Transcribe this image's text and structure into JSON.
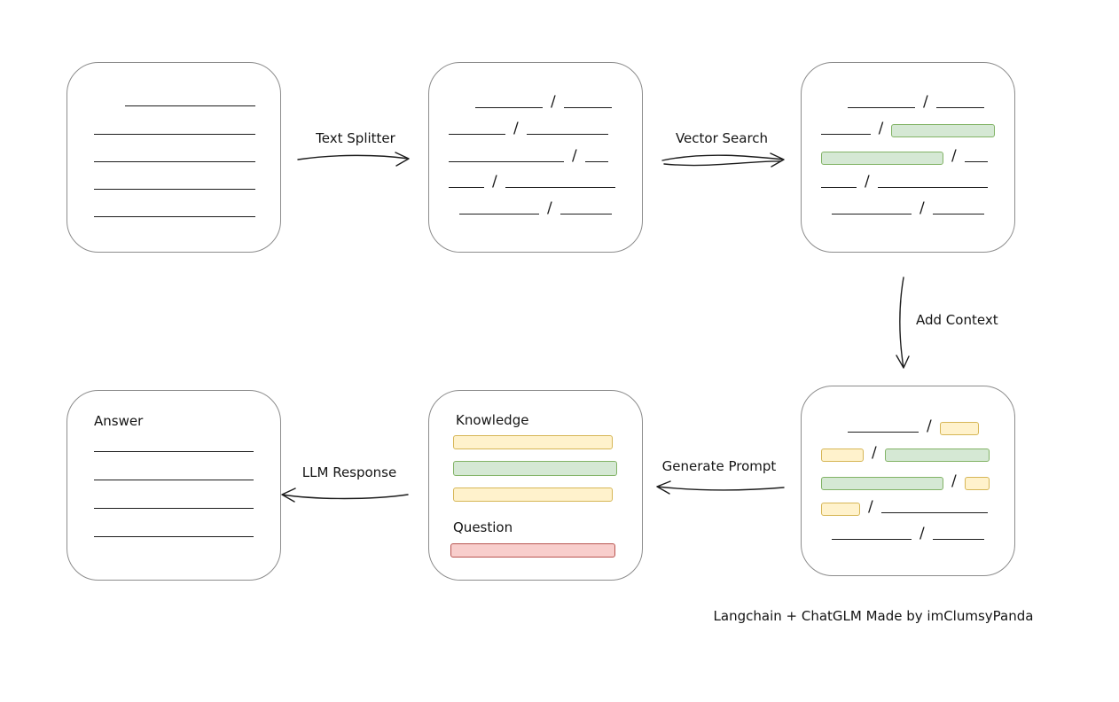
{
  "diagram": {
    "separator": "/",
    "labels": {
      "text_splitter": "Text Splitter",
      "vector_search": "Vector Search",
      "add_context": "Add Context",
      "generate_prompt": "Generate Prompt",
      "llm_response": "LLM Response"
    },
    "prompt_node": {
      "knowledge": "Knowledge",
      "question": "Question"
    },
    "answer_node": {
      "title": "Answer"
    },
    "footer": "Langchain + ChatGLM Made by imClumsyPanda",
    "colors": {
      "ink": "#1c1c1c",
      "box_border": "#8c8c8c",
      "green_fill": "#d5e8d4",
      "green_border": "#82b366",
      "yellow_fill": "#fff2cc",
      "yellow_border": "#d6b656",
      "red_fill": "#f8cecc",
      "red_border": "#b85450"
    }
  }
}
